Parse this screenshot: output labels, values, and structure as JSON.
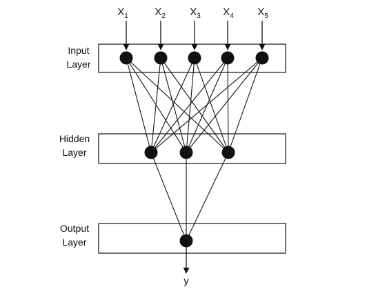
{
  "inputs": [
    {
      "base": "X",
      "sub": "1"
    },
    {
      "base": "X",
      "sub": "2"
    },
    {
      "base": "X",
      "sub": "3"
    },
    {
      "base": "X",
      "sub": "4"
    },
    {
      "base": "X",
      "sub": "5"
    }
  ],
  "layers": {
    "input": {
      "line1": "Input",
      "line2": "Layer"
    },
    "hidden": {
      "line1": "Hidden",
      "line2": "Layer"
    },
    "output": {
      "line1": "Output",
      "line2": "Layer"
    }
  },
  "output_label": "y",
  "colors": {
    "stroke": "#111111",
    "node": "#111111",
    "box_fill": "#ffffff"
  }
}
